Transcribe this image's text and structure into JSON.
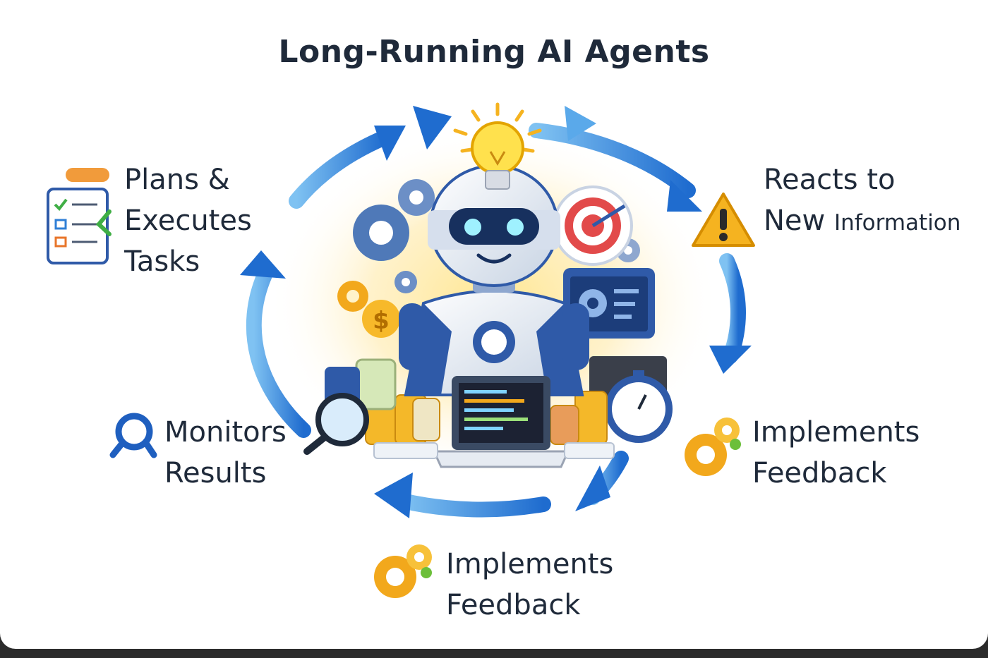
{
  "title": "Long-Running AI Agents",
  "labels": {
    "plans": {
      "line1": "Plans &",
      "line2": "Executes",
      "line3": "Tasks"
    },
    "reacts": {
      "line1": "Reacts to",
      "line2a": "New",
      "line2b": "Information"
    },
    "monitors": {
      "line1": "Monitors",
      "line2": "Results"
    },
    "implements_right": {
      "line1": "Implements",
      "line2": "Feedback"
    },
    "implements_bottom": {
      "line1": "Implements",
      "line2": "Feedback"
    }
  },
  "icons": {
    "plans": "checklist-icon",
    "reacts": "warning-icon",
    "monitors": "magnifier-icon",
    "implements_right": "gears-icon",
    "implements_bottom": "gears-icon",
    "center": "robot-icon"
  },
  "colors": {
    "title": "#1f2a3a",
    "arrow": "#2f7fd6",
    "warning": "#f5b320",
    "gear": "#f2a81c",
    "robot_blue": "#2f5aa8",
    "glow": "#ffd866"
  }
}
